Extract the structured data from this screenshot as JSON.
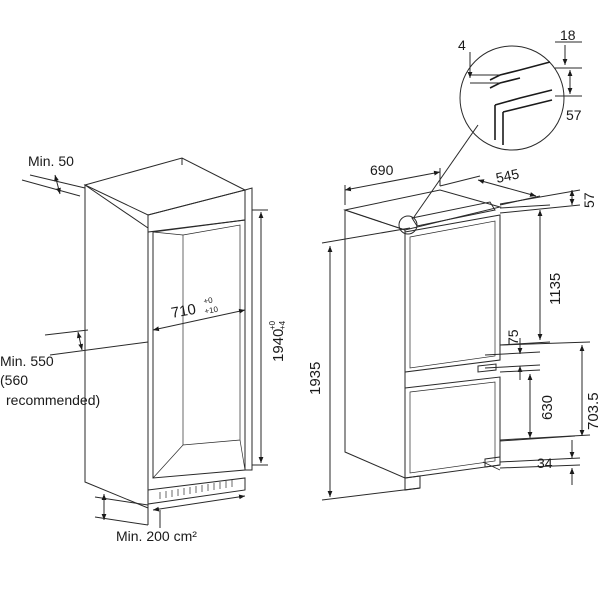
{
  "diagram": {
    "niche": {
      "min_top": "Min. 50",
      "width": "710",
      "width_tol_upper": "+0",
      "width_tol_lower": "+10",
      "height": "1940",
      "height_tol_upper": "+0",
      "height_tol_lower": "+4",
      "min_depth": "Min. 550",
      "depth_recommended_1": "(560",
      "depth_recommended_2": "recommended)",
      "vent_area": "Min. 200 cm²"
    },
    "appliance": {
      "width": "690",
      "depth": "545",
      "height": "1935",
      "top_gap": "57",
      "upper_door": "1135",
      "gap": "75",
      "lower_door": "630",
      "lower_total": "703.5",
      "bottom": "34"
    },
    "detail": {
      "left_gap": "4",
      "right_gap": "18",
      "height": "57"
    }
  }
}
